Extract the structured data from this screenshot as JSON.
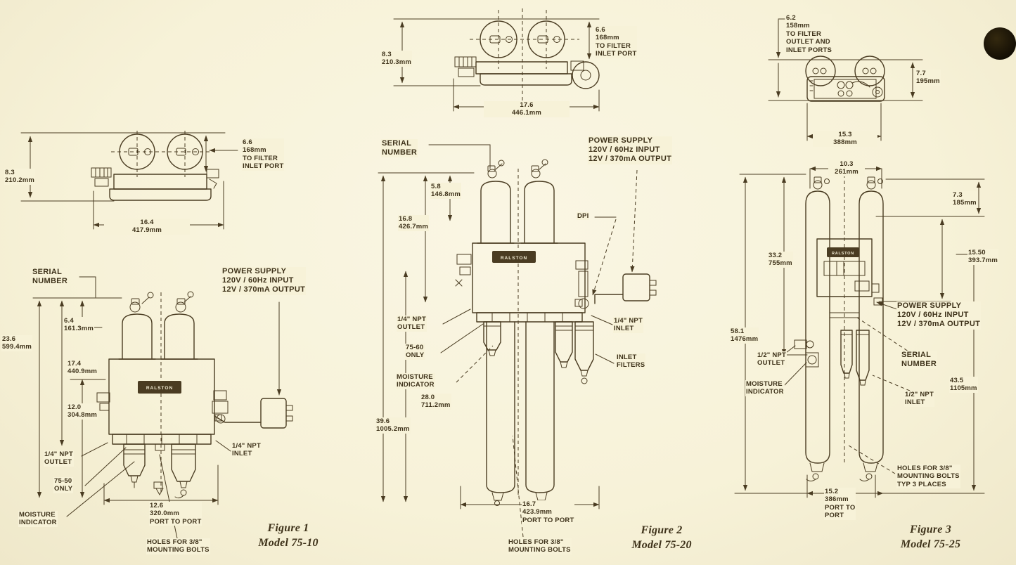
{
  "meta": {
    "brand_plate": "RALSTON"
  },
  "colors": {
    "paper": "#f7f2d8",
    "ink": "#4a3c22"
  },
  "fig1": {
    "top": {
      "height_dim": "8.3\n210.2mm",
      "width_dim": "16.4\n417.9mm",
      "filter_note": "6.6\n168mm\nTO FILTER\nINLET PORT"
    },
    "labels": {
      "serial": "SERIAL\nNUMBER",
      "power": "POWER SUPPLY\n120V / 60Hz INPUT\n12V / 370mA OUTPUT",
      "outlet": "1/4\" NPT\nOUTLET",
      "only": "75-50\nONLY",
      "moisture": "MOISTURE\nINDICATOR",
      "inlet": "1/4\" NPT\nINLET",
      "holes": "HOLES FOR 3/8\"\nMOUNTING BOLTS"
    },
    "dims": {
      "d1": "6.4\n161.3mm",
      "d2": "23.6\n599.4mm",
      "d3": "17.4\n440.9mm",
      "d4": "12.0\n304.8mm",
      "port": "12.6\n320.0mm\nPORT TO PORT"
    },
    "caption": "Figure 1\nModel 75-10"
  },
  "fig2": {
    "top": {
      "height_dim": "8.3\n210.3mm",
      "width_dim": "17.6\n446.1mm",
      "filter_note": "6.6\n168mm\nTO FILTER\nINLET PORT"
    },
    "labels": {
      "serial": "SERIAL\nNUMBER",
      "power": "POWER SUPPLY\n120V / 60Hz INPUT\n12V / 370mA OUTPUT",
      "dpi": "DPI",
      "outlet": "1/4\" NPT\nOUTLET",
      "only": "75-60\nONLY",
      "moisture": "MOISTURE\nINDICATOR",
      "inlet": "1/4\" NPT\nINLET",
      "filters": "INLET\nFILTERS",
      "holes": "HOLES FOR 3/8\"\nMOUNTING BOLTS"
    },
    "dims": {
      "d1": "5.8\n146.8mm",
      "d2": "16.8\n426.7mm",
      "d3": "28.0\n711.2mm",
      "d4": "39.6\n1005.2mm",
      "port": "16.7\n423.9mm\nPORT TO PORT"
    },
    "caption": "Figure 2\nModel 75-20"
  },
  "fig3": {
    "top": {
      "filter_note": "6.2\n158mm\nTO FILTER\nOUTLET AND\nINLET PORTS",
      "height_dim": "7.7\n195mm",
      "width_dim": "15.3\n388mm"
    },
    "labels": {
      "power": "POWER SUPPLY\n120V / 60Hz INPUT\n12V / 370mA OUTPUT",
      "serial": "SERIAL\nNUMBER",
      "inlet": "1/2\" NPT\nINLET",
      "outlet": "1/2\" NPT\nOUTLET",
      "moisture": "MOISTURE\nINDICATOR",
      "holes": "HOLES FOR 3/8\"\nMOUNTING BOLTS\nTYP 3 PLACES"
    },
    "dims": {
      "top": "10.3\n261mm",
      "mid": "33.2\n755mm",
      "right": "15.50\n393.7mm",
      "top_right": "7.3\n185mm",
      "left": "58.1\n1476mm",
      "lower_right": "43.5\n1105mm",
      "port": "15.2\n386mm\nPORT TO\nPORT"
    },
    "caption": "Figure 3\nModel 75-25"
  }
}
